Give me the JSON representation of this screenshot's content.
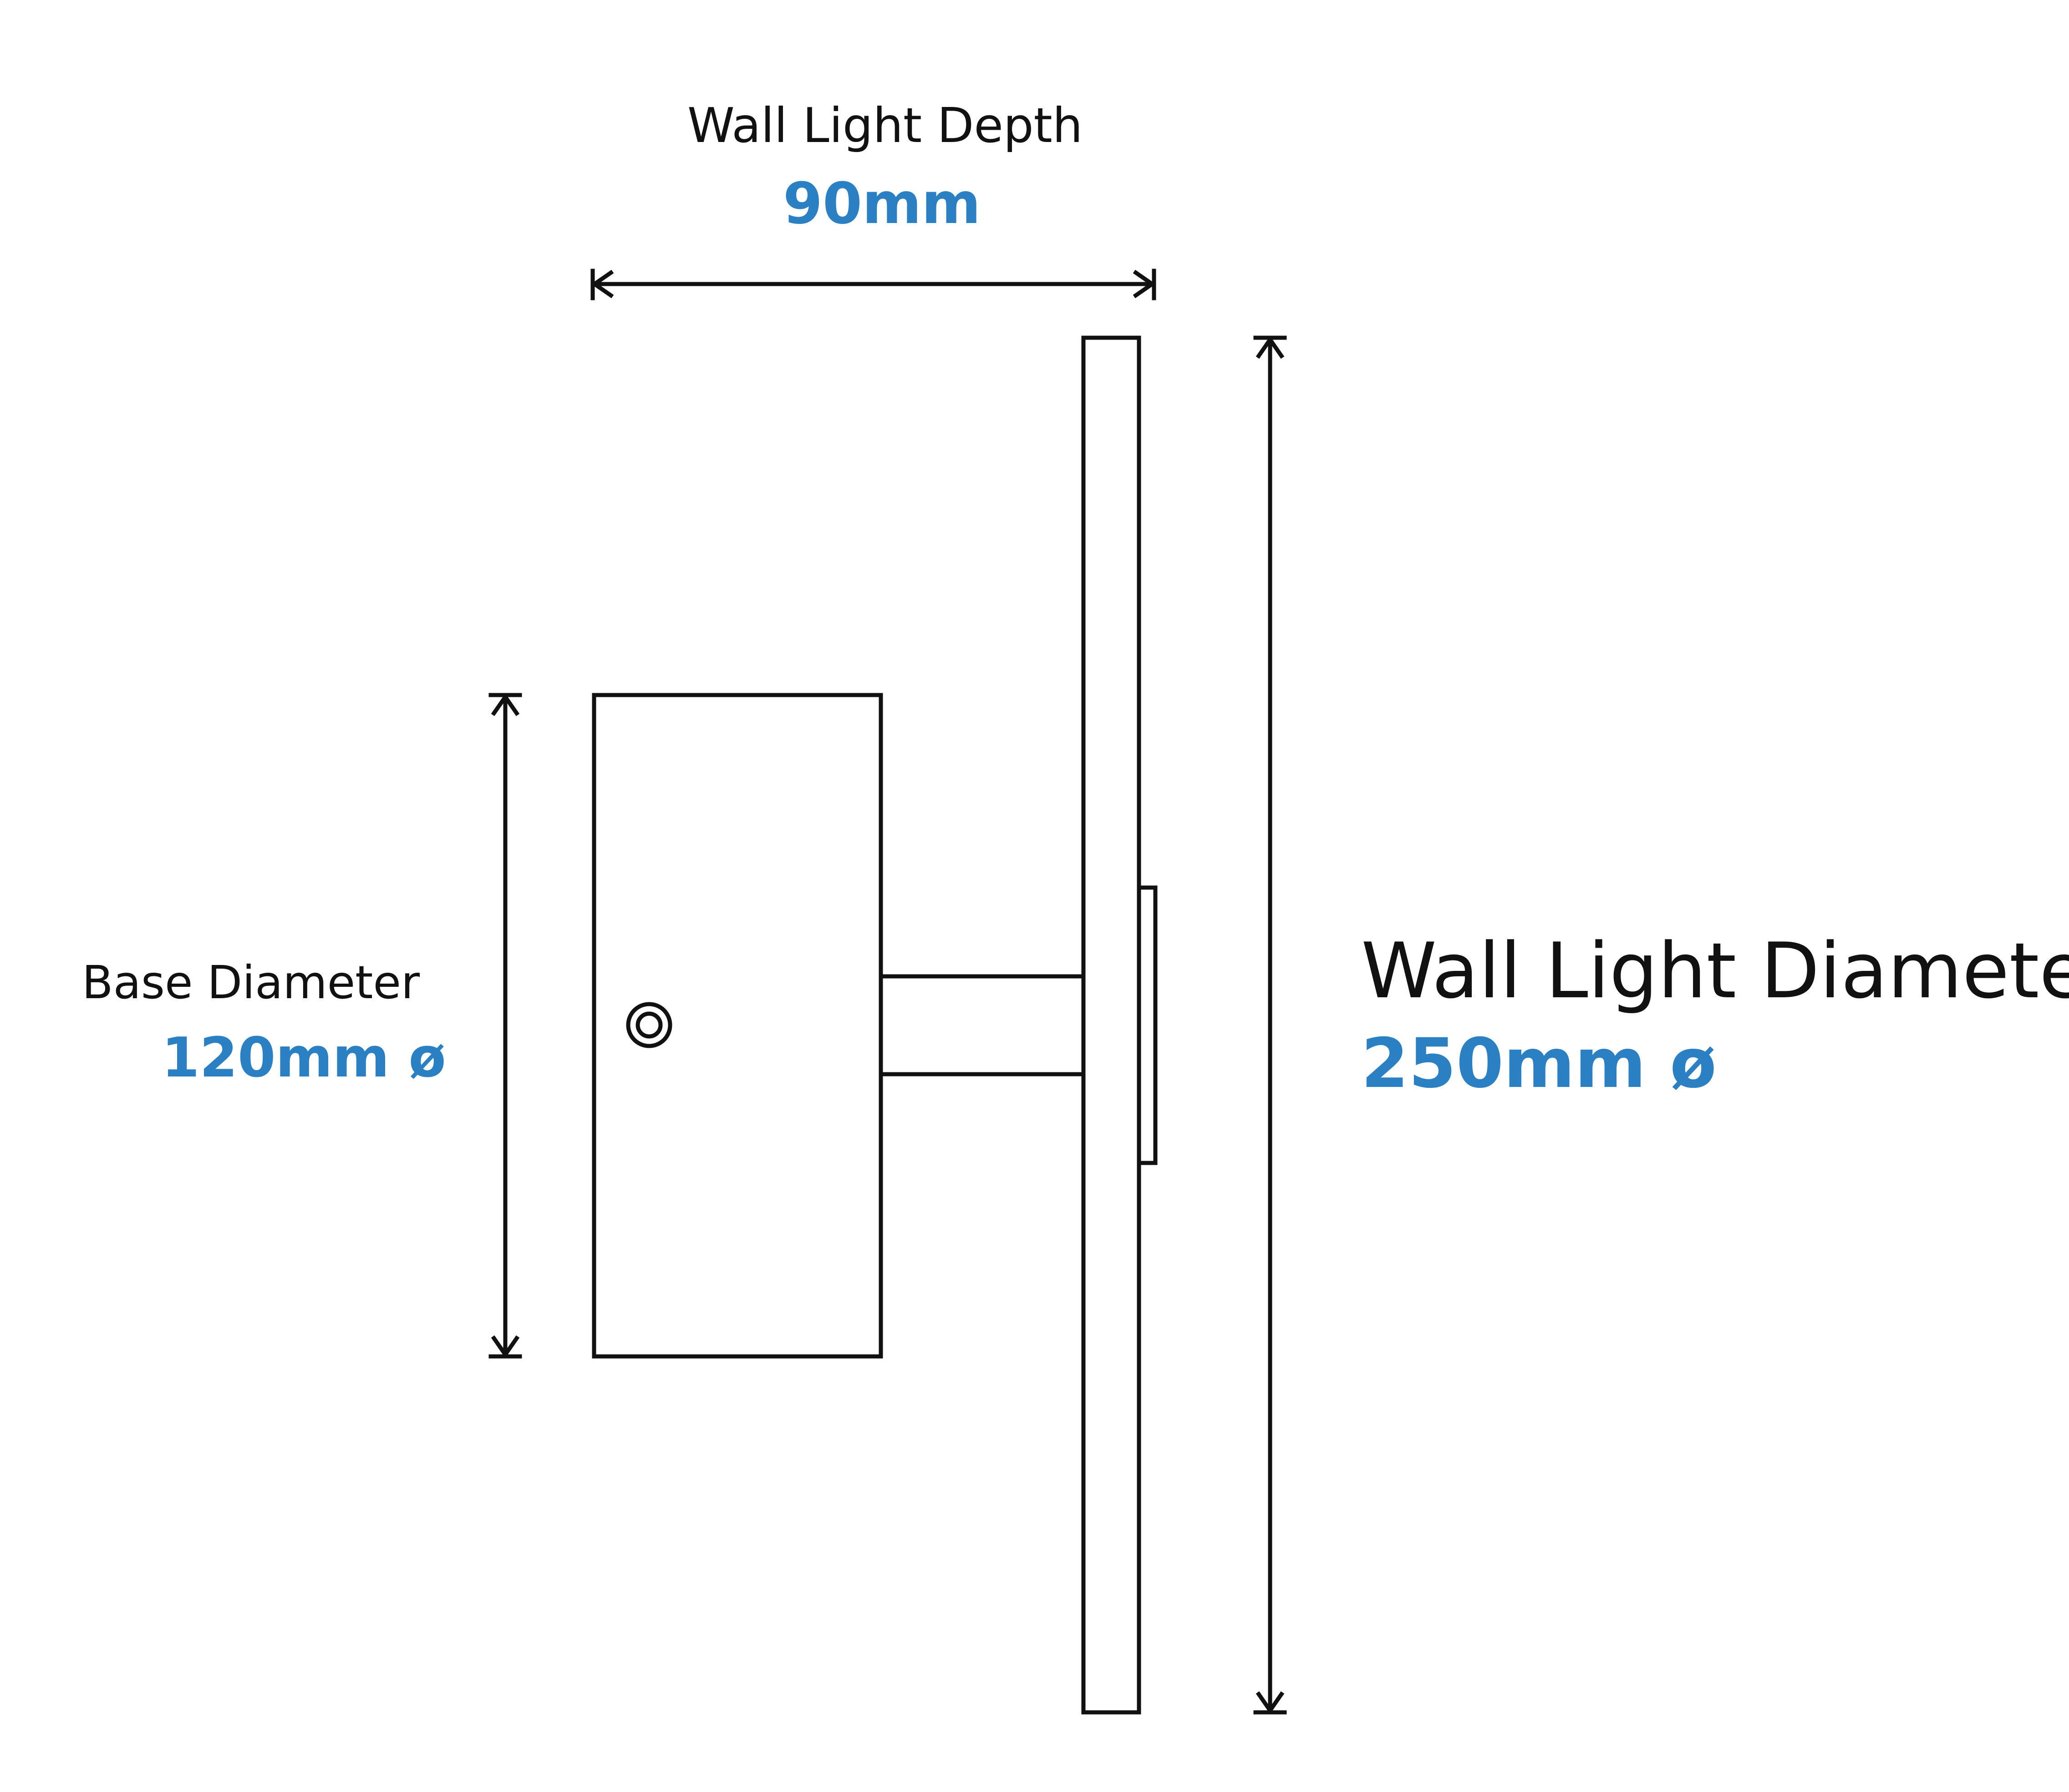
{
  "labels": {
    "depth_title": "Wall Light Depth",
    "depth_value": "90mm",
    "base_title": "Base Diameter",
    "base_value": "120mm ø",
    "wall_title": "Wall Light Diameter",
    "wall_value": "250mm ø"
  },
  "colors": {
    "stroke": "#111111",
    "accent": "#2a80c2",
    "background": "#ffffff"
  }
}
